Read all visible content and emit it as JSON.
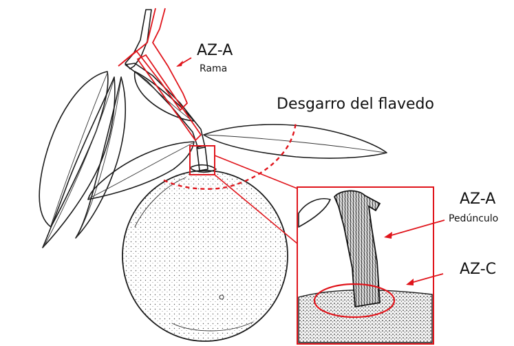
{
  "labels": {
    "az_a_branch": {
      "code": "AZ-A",
      "sub": "Rama"
    },
    "flavedo_tear": "Desgarro del flavedo",
    "az_a_peduncle": {
      "code": "AZ-A",
      "sub": "Pedúnculo"
    },
    "az_c": {
      "code": "AZ-C"
    }
  },
  "colors": {
    "annotation": "#e0141b",
    "ink": "#1a1a1a",
    "background": "#ffffff"
  }
}
